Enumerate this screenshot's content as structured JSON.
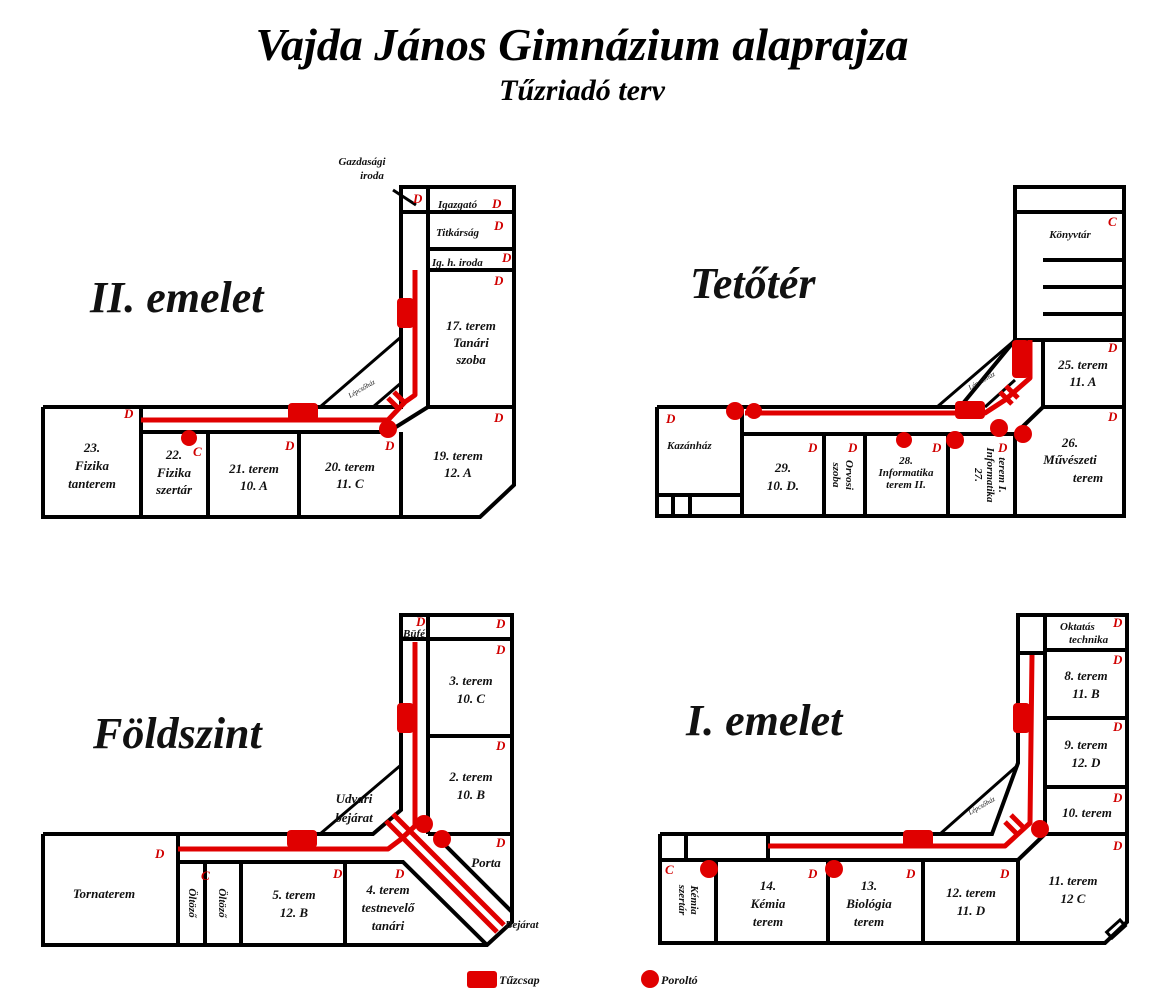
{
  "title": "Vajda János Gimnázium alaprajza",
  "subtitle": "Tűzriadó terv",
  "colors": {
    "route": "#e00000",
    "door_marker": "#d00000",
    "wall": "#000000"
  },
  "markers": {
    "door": "D",
    "closet": "C"
  },
  "legend": [
    {
      "symbol": "hydrant",
      "label": "Tűzcsap"
    },
    {
      "symbol": "extinguisher",
      "label": "Poroltó"
    }
  ],
  "floors": {
    "second": {
      "name": "II. emelet",
      "callout": [
        "Gazdasági",
        "iroda"
      ],
      "rooms": {
        "igazgato": "Igazgató",
        "titkarsag": "Titkárság",
        "ighiroda": "Ig. h. iroda",
        "r17": [
          "17. terem",
          "Tanári",
          "szoba"
        ],
        "stairs": "Lépcsőház",
        "r19": [
          "19. terem",
          "12. A"
        ],
        "r20": [
          "20. terem",
          "11. C"
        ],
        "r21": [
          "21. terem",
          "10. A"
        ],
        "r22": [
          "22.",
          "Fizika",
          "szertár"
        ],
        "r23": [
          "23.",
          "Fizika",
          "tanterem"
        ]
      }
    },
    "attic": {
      "name": "Tetőtér",
      "rooms": {
        "library": "Könyvtár",
        "r25": [
          "25. terem",
          "11. A"
        ],
        "stairs": "Lépcsőház",
        "r26": [
          "26.",
          "Művészeti",
          "terem"
        ],
        "r27": [
          "27.",
          "Informatika",
          "terem I."
        ],
        "r28": [
          "28.",
          "Informatika",
          "terem II."
        ],
        "doctor": [
          "Orvosi",
          "szoba"
        ],
        "r29": [
          "29.",
          "10. D."
        ],
        "boiler": "Kazánház"
      }
    },
    "ground": {
      "name": "Földszint",
      "rooms": {
        "buffet": "Büfé",
        "r3": [
          "3. terem",
          "10. C"
        ],
        "r2": [
          "2. terem",
          "10. B"
        ],
        "yard_entrance": [
          "Udvari",
          "bejárat"
        ],
        "porta": "Porta",
        "entrance": "Bejárat",
        "r4": [
          "4. terem",
          "testnevelő",
          "tanári"
        ],
        "r5": [
          "5. terem",
          "12. B"
        ],
        "locker1": "Öltöző",
        "locker2": "Öltöző",
        "gym": "Tornaterem"
      }
    },
    "first": {
      "name": "I. emelet",
      "rooms": {
        "edutech": [
          "Oktatás",
          "technika"
        ],
        "r8": [
          "8. terem",
          "11. B"
        ],
        "r9": [
          "9. terem",
          "12. D"
        ],
        "r10": "10. terem",
        "stairs": "Lépcsőház",
        "r11": [
          "11. terem",
          "12 C"
        ],
        "r12": [
          "12. terem",
          "11. D"
        ],
        "r13": [
          "13.",
          "Biológia",
          "terem"
        ],
        "r14": [
          "14.",
          "Kémia",
          "terem"
        ],
        "chem_store": [
          "Kémia",
          "szertár"
        ]
      }
    }
  }
}
